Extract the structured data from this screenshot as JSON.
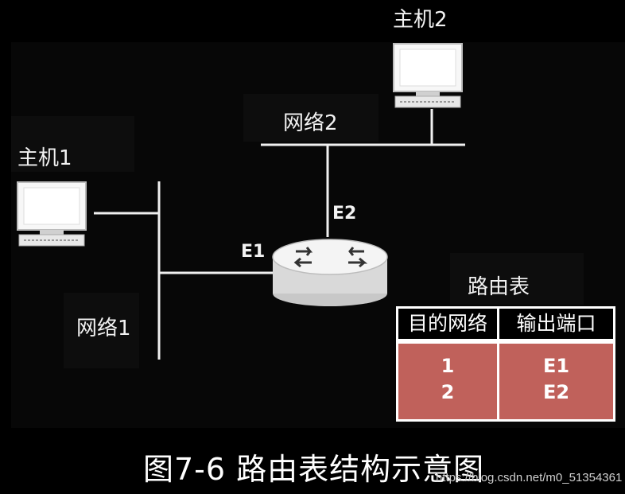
{
  "hosts": {
    "host1_label": "主机1",
    "host2_label": "主机2"
  },
  "networks": {
    "net1_label": "网络1",
    "net2_label": "网络2"
  },
  "ports": {
    "e1": "E1",
    "e2": "E2"
  },
  "routing_table": {
    "title": "路由表",
    "headers": [
      "目的网络",
      "输出端口"
    ],
    "rows": [
      {
        "dest": "1",
        "port": "E1"
      },
      {
        "dest": "2",
        "port": "E2"
      }
    ],
    "header_bg": "#000000",
    "body_bg": "#c0615b"
  },
  "caption": "图7-6  路由表结构示意图",
  "watermark": "https://blog.csdn.net/m0_51354361"
}
